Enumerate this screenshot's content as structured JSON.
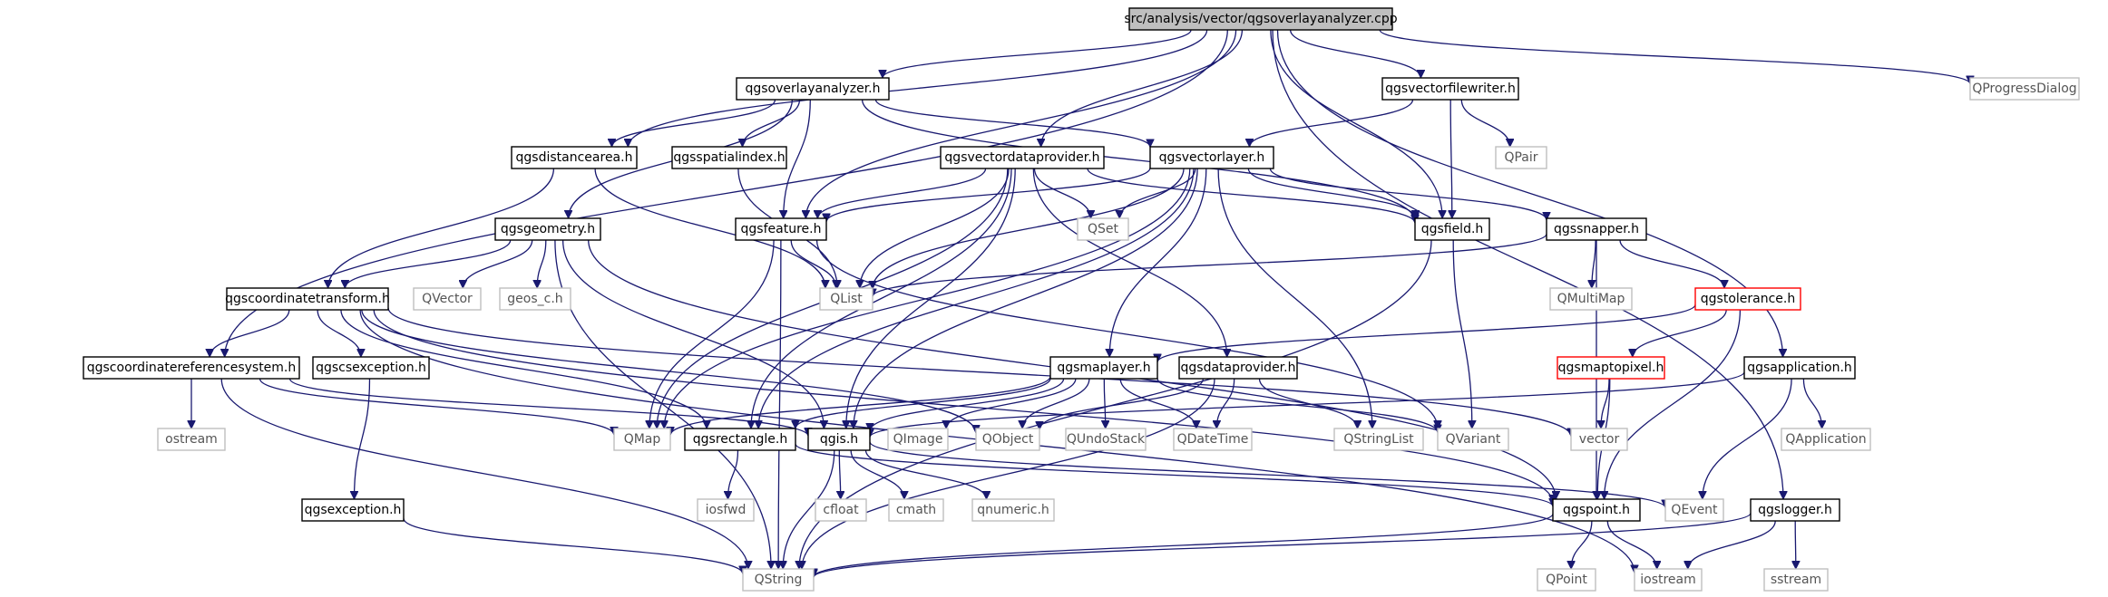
{
  "colors": {
    "edge": "#191970",
    "node_border": "#000000",
    "system_border": "#bfbfbf",
    "partial_border": "#ff0000",
    "root_fill": "#bfbfbf",
    "text": "#000000",
    "system_text": "#555555"
  },
  "nodes": [
    {
      "id": "root",
      "label": "src/analysis/vector/qgsoverlayanalyzer.cpp",
      "kind": "root"
    },
    {
      "id": "overlay",
      "label": "qgsoverlayanalyzer.h",
      "kind": "header"
    },
    {
      "id": "vfwriter",
      "label": "qgsvectorfilewriter.h",
      "kind": "header"
    },
    {
      "id": "qprogress",
      "label": "QProgressDialog",
      "kind": "system"
    },
    {
      "id": "distarea",
      "label": "qgsdistancearea.h",
      "kind": "header"
    },
    {
      "id": "spatidx",
      "label": "qgsspatialindex.h",
      "kind": "header"
    },
    {
      "id": "vdp",
      "label": "qgsvectordataprovider.h",
      "kind": "header"
    },
    {
      "id": "vlayer",
      "label": "qgsvectorlayer.h",
      "kind": "header"
    },
    {
      "id": "qpair",
      "label": "QPair",
      "kind": "system"
    },
    {
      "id": "geom",
      "label": "qgsgeometry.h",
      "kind": "header"
    },
    {
      "id": "feature",
      "label": "qgsfeature.h",
      "kind": "header"
    },
    {
      "id": "qset",
      "label": "QSet",
      "kind": "system"
    },
    {
      "id": "field",
      "label": "qgsfield.h",
      "kind": "header"
    },
    {
      "id": "snapper",
      "label": "qgssnapper.h",
      "kind": "header"
    },
    {
      "id": "coordtr",
      "label": "qgscoordinatetransform.h",
      "kind": "header"
    },
    {
      "id": "qvector",
      "label": "QVector",
      "kind": "system"
    },
    {
      "id": "geosc",
      "label": "geos_c.h",
      "kind": "system"
    },
    {
      "id": "qlist",
      "label": "QList",
      "kind": "system"
    },
    {
      "id": "qmultimap",
      "label": "QMultiMap",
      "kind": "system"
    },
    {
      "id": "tolerance",
      "label": "qgstolerance.h",
      "kind": "partial"
    },
    {
      "id": "crs",
      "label": "qgscoordinatereferencesystem.h",
      "kind": "header"
    },
    {
      "id": "csexc",
      "label": "qgscsexception.h",
      "kind": "header"
    },
    {
      "id": "maplayer",
      "label": "qgsmaplayer.h",
      "kind": "header"
    },
    {
      "id": "dataprov",
      "label": "qgsdataprovider.h",
      "kind": "header"
    },
    {
      "id": "m2p",
      "label": "qgsmaptopixel.h",
      "kind": "partial"
    },
    {
      "id": "app",
      "label": "qgsapplication.h",
      "kind": "header"
    },
    {
      "id": "ostream",
      "label": "ostream",
      "kind": "system"
    },
    {
      "id": "qmap",
      "label": "QMap",
      "kind": "system"
    },
    {
      "id": "rect",
      "label": "qgsrectangle.h",
      "kind": "header"
    },
    {
      "id": "qgis",
      "label": "qgis.h",
      "kind": "header"
    },
    {
      "id": "qimage",
      "label": "QImage",
      "kind": "system"
    },
    {
      "id": "qobject",
      "label": "QObject",
      "kind": "system"
    },
    {
      "id": "qundo",
      "label": "QUndoStack",
      "kind": "system"
    },
    {
      "id": "qdatetime",
      "label": "QDateTime",
      "kind": "system"
    },
    {
      "id": "qstrlist",
      "label": "QStringList",
      "kind": "system"
    },
    {
      "id": "qvariant",
      "label": "QVariant",
      "kind": "system"
    },
    {
      "id": "vector",
      "label": "vector",
      "kind": "system"
    },
    {
      "id": "qapp",
      "label": "QApplication",
      "kind": "system"
    },
    {
      "id": "iosfwd",
      "label": "iosfwd",
      "kind": "system"
    },
    {
      "id": "cfloat",
      "label": "cfloat",
      "kind": "system"
    },
    {
      "id": "cmath",
      "label": "cmath",
      "kind": "system"
    },
    {
      "id": "qnumeric",
      "label": "qnumeric.h",
      "kind": "system"
    },
    {
      "id": "exc",
      "label": "qgsexception.h",
      "kind": "header"
    },
    {
      "id": "point",
      "label": "qgspoint.h",
      "kind": "header"
    },
    {
      "id": "qevent",
      "label": "QEvent",
      "kind": "system"
    },
    {
      "id": "logger",
      "label": "qgslogger.h",
      "kind": "header"
    },
    {
      "id": "qstring",
      "label": "QString",
      "kind": "system"
    },
    {
      "id": "qpoint",
      "label": "QPoint",
      "kind": "system"
    },
    {
      "id": "iostream",
      "label": "iostream",
      "kind": "system"
    },
    {
      "id": "sstream",
      "label": "sstream",
      "kind": "system"
    }
  ],
  "edges": [
    [
      "root",
      "overlay"
    ],
    [
      "root",
      "vfwriter"
    ],
    [
      "root",
      "qprogress"
    ],
    [
      "root",
      "distarea"
    ],
    [
      "root",
      "vdp"
    ],
    [
      "root",
      "feature"
    ],
    [
      "root",
      "field"
    ],
    [
      "root",
      "crs"
    ],
    [
      "root",
      "app"
    ],
    [
      "root",
      "logger"
    ],
    [
      "overlay",
      "distarea"
    ],
    [
      "overlay",
      "spatidx"
    ],
    [
      "overlay",
      "feature"
    ],
    [
      "overlay",
      "vlayer"
    ],
    [
      "overlay",
      "geom"
    ],
    [
      "overlay",
      "field"
    ],
    [
      "vfwriter",
      "vlayer"
    ],
    [
      "vfwriter",
      "qpair"
    ],
    [
      "vfwriter",
      "field"
    ],
    [
      "distarea",
      "coordtr"
    ],
    [
      "distarea",
      "qlist"
    ],
    [
      "spatidx",
      "qlist"
    ],
    [
      "vdp",
      "feature"
    ],
    [
      "vdp",
      "qset"
    ],
    [
      "vdp",
      "field"
    ],
    [
      "vdp",
      "qlist"
    ],
    [
      "vdp",
      "qmap"
    ],
    [
      "vdp",
      "dataprov"
    ],
    [
      "vdp",
      "rect"
    ],
    [
      "vdp",
      "qgis"
    ],
    [
      "vlayer",
      "feature"
    ],
    [
      "vlayer",
      "qset"
    ],
    [
      "vlayer",
      "field"
    ],
    [
      "vlayer",
      "snapper"
    ],
    [
      "vlayer",
      "qlist"
    ],
    [
      "vlayer",
      "maplayer"
    ],
    [
      "vlayer",
      "qstrlist"
    ],
    [
      "vlayer",
      "qmap"
    ],
    [
      "vlayer",
      "rect"
    ],
    [
      "vlayer",
      "qgis"
    ],
    [
      "geom",
      "coordtr"
    ],
    [
      "geom",
      "qvector"
    ],
    [
      "geom",
      "geosc"
    ],
    [
      "geom",
      "qgis"
    ],
    [
      "geom",
      "point"
    ],
    [
      "geom",
      "qstring"
    ],
    [
      "feature",
      "qlist"
    ],
    [
      "feature",
      "qmap"
    ],
    [
      "feature",
      "qvariant"
    ],
    [
      "feature",
      "qstring"
    ],
    [
      "field",
      "qvariant"
    ],
    [
      "field",
      "qstring"
    ],
    [
      "snapper",
      "qlist"
    ],
    [
      "snapper",
      "qmultimap"
    ],
    [
      "snapper",
      "tolerance"
    ],
    [
      "snapper",
      "point"
    ],
    [
      "coordtr",
      "crs"
    ],
    [
      "coordtr",
      "csexc"
    ],
    [
      "coordtr",
      "rect"
    ],
    [
      "coordtr",
      "point"
    ],
    [
      "coordtr",
      "qobject"
    ],
    [
      "coordtr",
      "vector"
    ],
    [
      "coordtr",
      "iostream"
    ],
    [
      "tolerance",
      "maplayer"
    ],
    [
      "tolerance",
      "m2p"
    ],
    [
      "tolerance",
      "point"
    ],
    [
      "crs",
      "ostream"
    ],
    [
      "crs",
      "qmap"
    ],
    [
      "crs",
      "qgis"
    ],
    [
      "crs",
      "qstring"
    ],
    [
      "csexc",
      "exc"
    ],
    [
      "maplayer",
      "qmap"
    ],
    [
      "maplayer",
      "rect"
    ],
    [
      "maplayer",
      "qgis"
    ],
    [
      "maplayer",
      "qimage"
    ],
    [
      "maplayer",
      "qobject"
    ],
    [
      "maplayer",
      "qundo"
    ],
    [
      "maplayer",
      "qdatetime"
    ],
    [
      "maplayer",
      "qvariant"
    ],
    [
      "dataprov",
      "qobject"
    ],
    [
      "dataprov",
      "qdatetime"
    ],
    [
      "dataprov",
      "qstrlist"
    ],
    [
      "dataprov",
      "qstring"
    ],
    [
      "m2p",
      "vector"
    ],
    [
      "m2p",
      "point"
    ],
    [
      "app",
      "qapp"
    ],
    [
      "app",
      "qevent"
    ],
    [
      "app",
      "qgis"
    ],
    [
      "rect",
      "iosfwd"
    ],
    [
      "rect",
      "point"
    ],
    [
      "qgis",
      "cfloat"
    ],
    [
      "qgis",
      "cmath"
    ],
    [
      "qgis",
      "qnumeric"
    ],
    [
      "qgis",
      "qstring"
    ],
    [
      "qgis",
      "qevent"
    ],
    [
      "exc",
      "qstring"
    ],
    [
      "point",
      "qstring"
    ],
    [
      "point",
      "qpoint"
    ],
    [
      "point",
      "iostream"
    ],
    [
      "logger",
      "qstring"
    ],
    [
      "logger",
      "iostream"
    ],
    [
      "logger",
      "sstream"
    ]
  ]
}
